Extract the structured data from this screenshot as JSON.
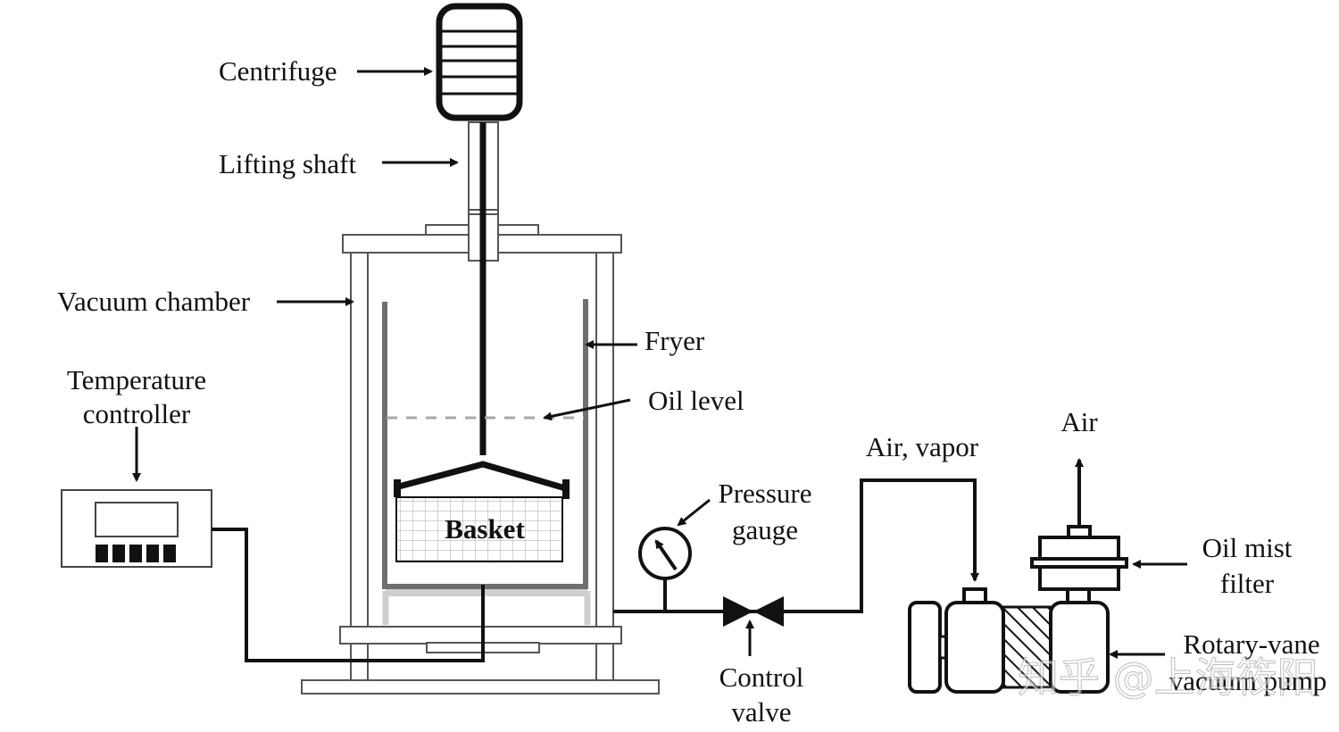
{
  "diagram": {
    "type": "vacuum-frying-system-schematic",
    "labels": {
      "centrifuge": "Centrifuge",
      "lifting_shaft": "Lifting shaft",
      "vacuum_chamber": "Vacuum chamber",
      "fryer": "Fryer",
      "oil_level": "Oil level",
      "temperature_controller_line1": "Temperature",
      "temperature_controller_line2": "controller",
      "basket": "Basket",
      "pressure_gauge_line1": "Pressure",
      "pressure_gauge_line2": "gauge",
      "control_valve_line1": "Control",
      "control_valve_line2": "valve",
      "air_vapor": "Air, vapor",
      "air": "Air",
      "oil_mist_filter_line1": "Oil mist",
      "oil_mist_filter_line2": "filter",
      "rotary_vane_pump_line1": "Rotary-vane",
      "rotary_vane_pump_line2": "vacuum pump"
    },
    "watermark": "知乎 @上海筱阳",
    "colors": {
      "line": "#111111",
      "fryer_wall": "#6f6f6f",
      "oil_level": "#a8a8a8",
      "support": "#cfcfcf"
    }
  }
}
